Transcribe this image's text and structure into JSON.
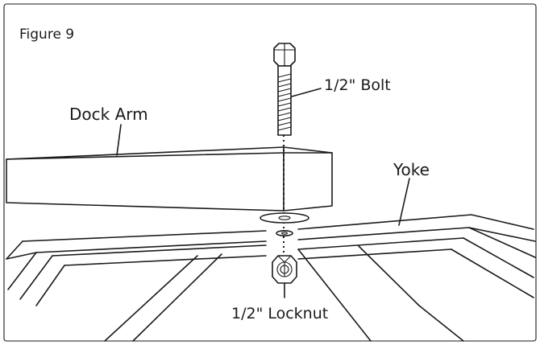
{
  "figure": {
    "title": "Figure 9",
    "labels": {
      "bolt": "1/2\" Bolt",
      "dock_arm": "Dock Arm",
      "yoke": "Yoke",
      "locknut": "1/2\" Locknut"
    }
  }
}
